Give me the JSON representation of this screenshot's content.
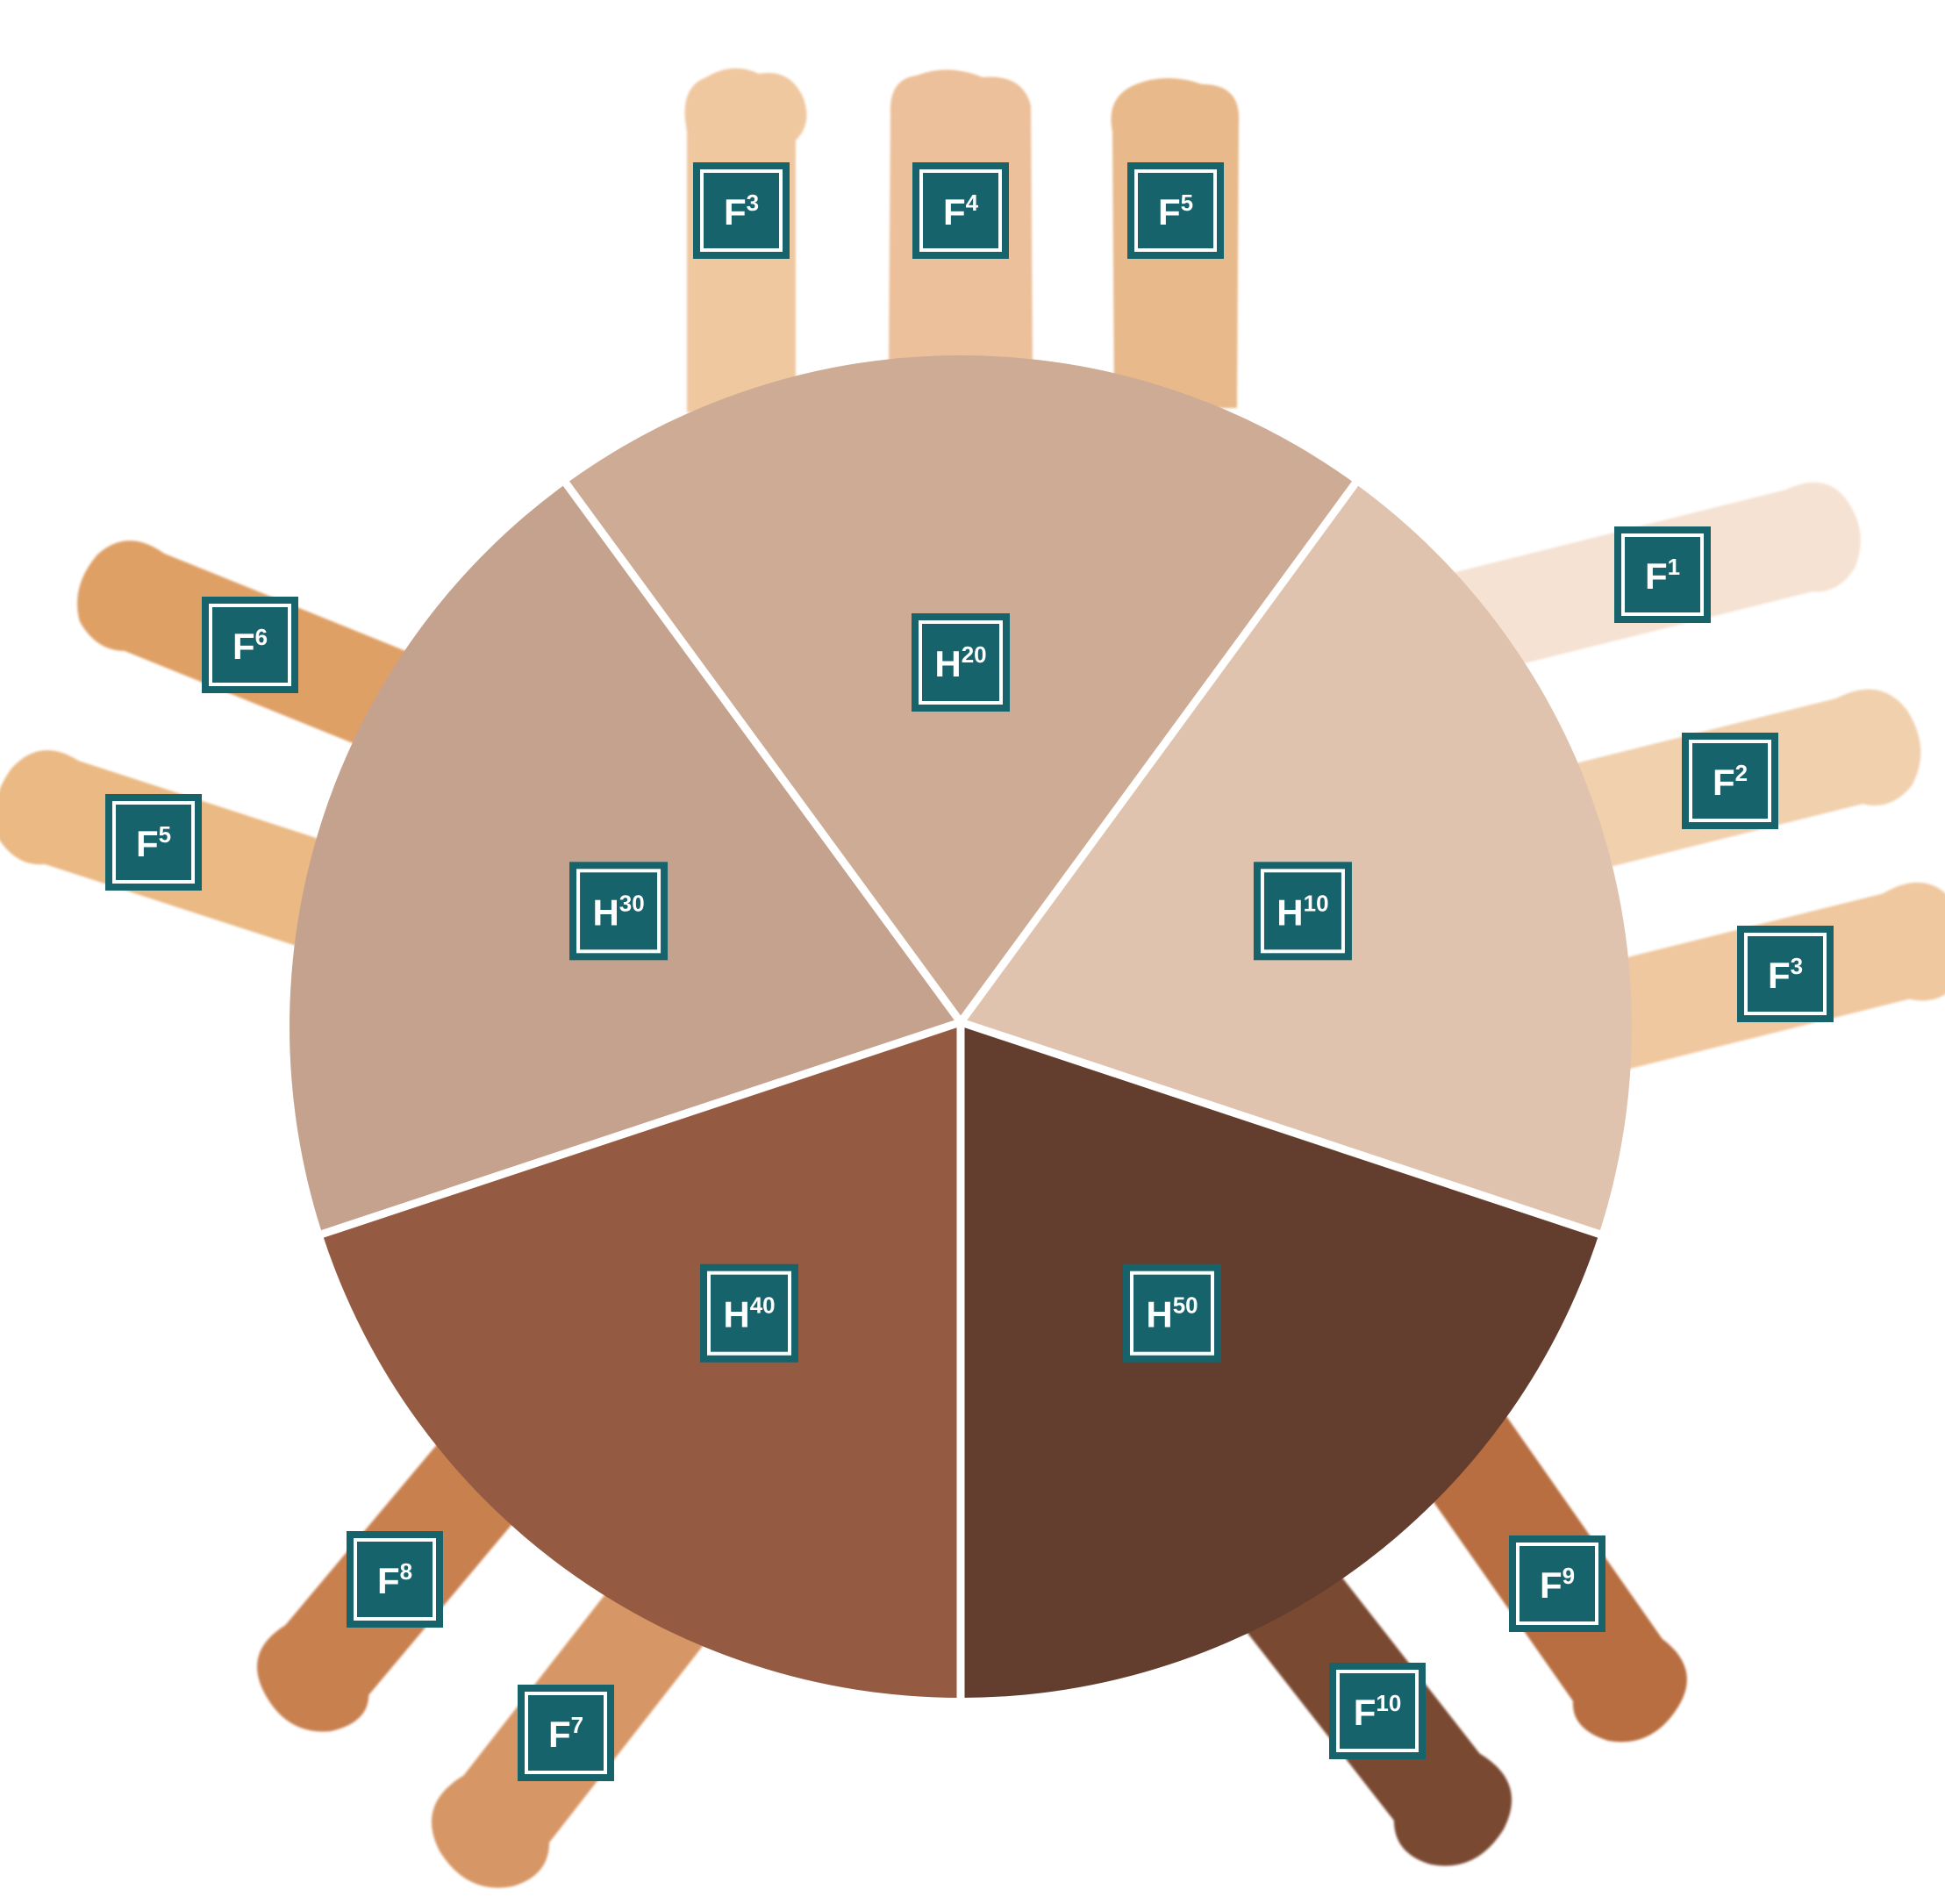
{
  "colors": {
    "background": "#ffffff",
    "tag_fill": "#17636c",
    "tag_border": "#ffffff",
    "divider": "#ffffff"
  },
  "wheel": {
    "segments": [
      {
        "letter": "H",
        "number": "20",
        "color": "#cdab95"
      },
      {
        "letter": "H",
        "number": "10",
        "color": "#dfc3ae"
      },
      {
        "letter": "H",
        "number": "50",
        "color": "#633d2d"
      },
      {
        "letter": "H",
        "number": "40",
        "color": "#955b42"
      },
      {
        "letter": "H",
        "number": "30",
        "color": "#c5a28e"
      }
    ]
  },
  "swatches": [
    {
      "letter": "F",
      "number": "3",
      "color": "#f0c8a0"
    },
    {
      "letter": "F",
      "number": "4",
      "color": "#ecc09a"
    },
    {
      "letter": "F",
      "number": "5",
      "color": "#e8b98a"
    },
    {
      "letter": "F",
      "number": "1",
      "color": "#f6e2d2"
    },
    {
      "letter": "F",
      "number": "2",
      "color": "#f1d0ad"
    },
    {
      "letter": "F",
      "number": "3",
      "color": "#f0c89f"
    },
    {
      "letter": "F",
      "number": "6",
      "color": "#dfa066"
    },
    {
      "letter": "F",
      "number": "5",
      "color": "#eab984"
    },
    {
      "letter": "F",
      "number": "8",
      "color": "#c98050"
    },
    {
      "letter": "F",
      "number": "7",
      "color": "#d79665"
    },
    {
      "letter": "F",
      "number": "10",
      "color": "#7a4a30"
    },
    {
      "letter": "F",
      "number": "9",
      "color": "#b86e40"
    }
  ]
}
